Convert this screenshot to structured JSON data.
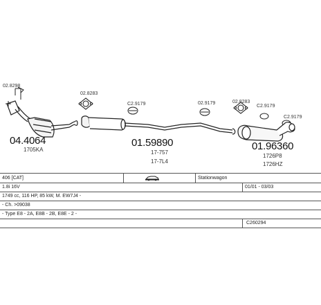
{
  "parts": {
    "catalytic_converter": {
      "number": "04.4064",
      "code": "1705KA"
    },
    "middle_silencer": {
      "number": "01.59890",
      "codes": [
        "17-757",
        "17-7L4"
      ]
    },
    "rear_silencer": {
      "number": "01.96360",
      "codes": [
        "1726P8",
        "1726HZ"
      ]
    }
  },
  "clamps": [
    "02.8298",
    "02.8283",
    "C2.9179",
    "02.9179",
    "02.8283",
    "C2.9179",
    "C2.9179"
  ],
  "info_table": {
    "model": "406 [CAT]",
    "body": "Stationwagon",
    "engine": "1.8i 16V",
    "period": "01/01 - 03/03",
    "specs": "1749 cc, 116 HP, 85 kW, M. EW7J4 -",
    "chassis": "- Ch. >09038",
    "type": "- Type E8 - 2A, E8B - 2B, E8E - 2 -",
    "ref": "C260294"
  }
}
